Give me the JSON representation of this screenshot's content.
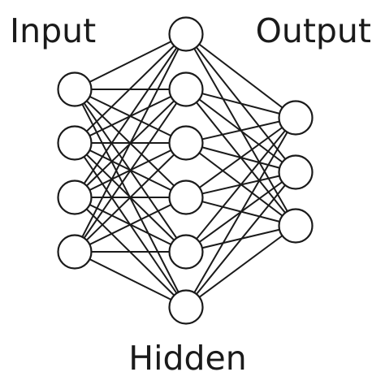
{
  "labels": {
    "input": "Input",
    "hidden": "Hidden",
    "output": "Output"
  },
  "layers": [
    {
      "name": "input",
      "node_count": 4
    },
    {
      "name": "hidden",
      "node_count": 6
    },
    {
      "name": "output",
      "node_count": 3
    }
  ],
  "connectivity": "fully-connected",
  "colors": {
    "stroke": "#1a1a1a",
    "node_fill": "#ffffff",
    "background": "#ffffff"
  }
}
